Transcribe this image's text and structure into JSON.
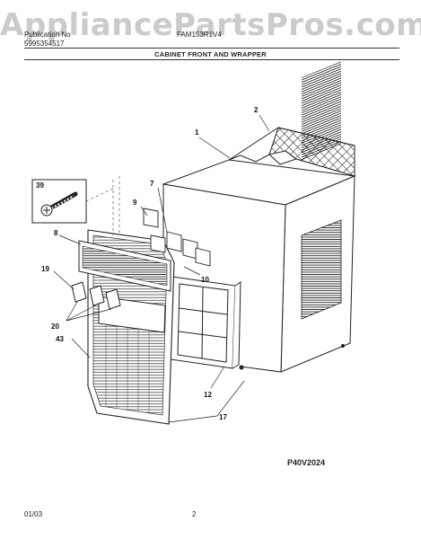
{
  "header": {
    "watermark": "AppliancePartsPros.com",
    "publication_label": "Publication No",
    "publication_number": "5995354517",
    "model": "FAM153R1V4",
    "section_title": "CABINET FRONT AND WRAPPER"
  },
  "callouts": [
    "1",
    "2",
    "7",
    "8",
    "9",
    "10",
    "12",
    "17",
    "19",
    "20",
    "39",
    "43"
  ],
  "footer": {
    "diagram_code": "P40V2024",
    "date": "01/03",
    "page_number": "2"
  }
}
